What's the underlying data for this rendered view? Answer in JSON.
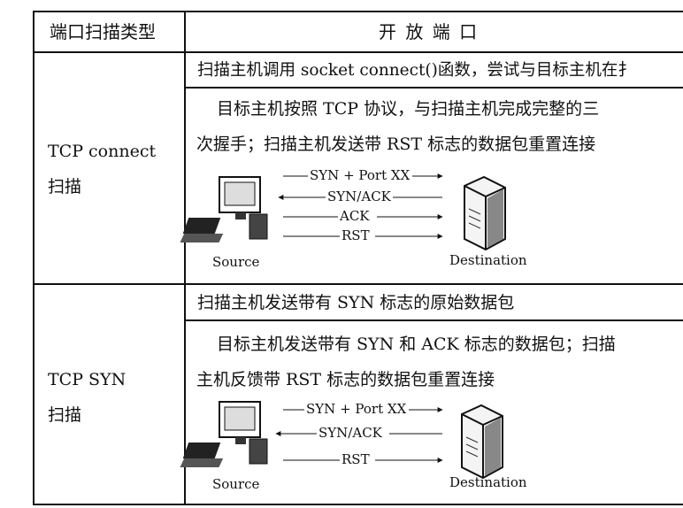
{
  "table": {
    "header": {
      "col1": "端口扫描类型",
      "col2": "开 放 端 口"
    },
    "rows": [
      {
        "type_line1": "TCP connect",
        "type_line2": "扫描",
        "step1": "扫描主机调用 socket connect()函数，尝试与目标主机在扌",
        "step2_line1": "目标主机按照 TCP 协议，与扫描主机完成完整的三",
        "step2_line2": "次握手；扫描主机发送带 RST 标志的数据包重置连接",
        "diagram": {
          "arrows": [
            "SYN + Port XX",
            "SYN/ACK",
            "ACK",
            "RST"
          ],
          "source_label": "Source",
          "destination_label": "Destination"
        }
      },
      {
        "type_line1": "TCP SYN",
        "type_line2": "扫描",
        "step1": "扫描主机发送带有 SYN 标志的原始数据包",
        "step2_line1": "目标主机发送带有 SYN 和 ACK 标志的数据包；扫描",
        "step2_line2": "主机反馈带 RST 标志的数据包重置连接",
        "diagram": {
          "arrows": [
            "SYN + Port XX",
            "SYN/ACK",
            "RST"
          ],
          "source_label": "Source",
          "destination_label": "Destination"
        }
      }
    ]
  },
  "icons": [
    "computer-icon",
    "server-icon"
  ]
}
